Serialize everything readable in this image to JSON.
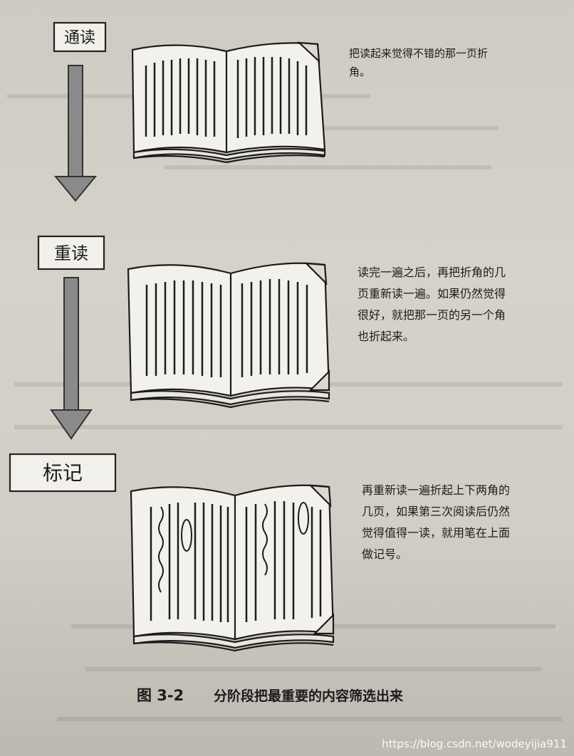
{
  "stages": [
    {
      "label": "通读",
      "note_lines": [
        "把读起来觉得不错的那一页折",
        "角。"
      ]
    },
    {
      "label": "重读",
      "note_lines": [
        "读完一遍之后，再把折角的几",
        "页重新读一遍。如果仍然觉得",
        "很好，就把那一页的另一个角",
        "也折起来。"
      ]
    },
    {
      "label": "标记",
      "note_lines": [
        "再重新读一遍折起上下两角的",
        "几页，如果第三次阅读后仍然",
        "觉得值得一读，就用笔在上面",
        "做记号。"
      ]
    }
  ],
  "caption": {
    "number": "图 3-2",
    "title": "分阶段把最重要的内容筛选出来"
  },
  "watermark": "https://blog.csdn.net/wodeyijia911",
  "colors": {
    "arrow": "#8a8a8a",
    "ink": "#1c1c1c",
    "page": "#f3f1ec"
  }
}
